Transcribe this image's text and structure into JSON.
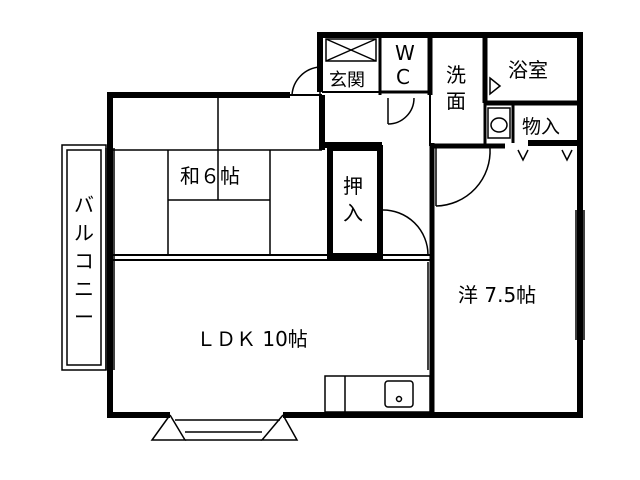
{
  "rooms": {
    "washitsu": "和６帖",
    "ldk": "ＬＤＫ 10帖",
    "youshitsu": "洋 7.5帖",
    "balcony": [
      "バ",
      "ル",
      "コ",
      "ニ",
      "ー"
    ],
    "oshiire": [
      "押",
      "入"
    ],
    "genkan": "玄関",
    "wc": [
      "W",
      "C"
    ],
    "senmen": [
      "洗",
      "面"
    ],
    "yokushitsu": "浴室",
    "monoire": "物入"
  }
}
